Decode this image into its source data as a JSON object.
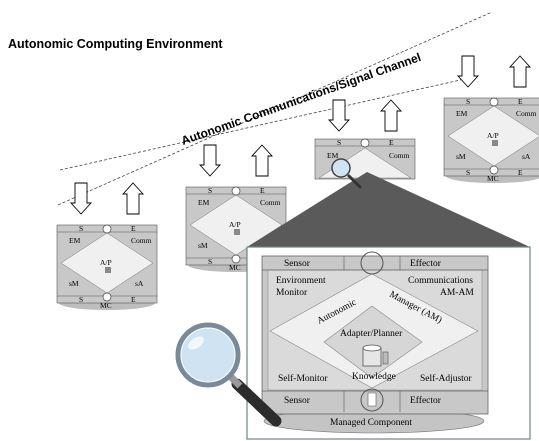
{
  "title": "Autonomic Computing Environment",
  "channel_label": "Autonomic Communications/Signal Channel",
  "small_element": {
    "sensor": "S",
    "effector": "E",
    "environment_monitor": "EM",
    "communications": "Comm",
    "adapter_planner": "A/P",
    "self_monitor": "sM",
    "self_adjustor": "sA",
    "managed_component": "MC"
  },
  "detail": {
    "sensor_top": "Sensor",
    "effector_top": "Effector",
    "environment_monitor_line1": "Environment",
    "environment_monitor_line2": "Monitor",
    "communications_line1": "Communications",
    "communications_line2": "AM-AM",
    "autonomic": "Autonomic",
    "manager": "Manager (AM)",
    "adapter_planner": "Adapter/Planner",
    "knowledge": "Knowledge",
    "self_monitor": "Self-Monitor",
    "self_adjustor": "Self-Adjustor",
    "sensor_bottom": "Sensor",
    "effector_bottom": "Effector",
    "managed_component": "Managed Component"
  },
  "colors": {
    "panel": "#c8c8c8",
    "panel_light": "#e8e8e8",
    "diamond": "#f0f0f0",
    "roof": "#5a5a5a",
    "ellipse": "#bdbdbd",
    "lens": "#cfe3f2",
    "frame": "#6a8a7a"
  }
}
